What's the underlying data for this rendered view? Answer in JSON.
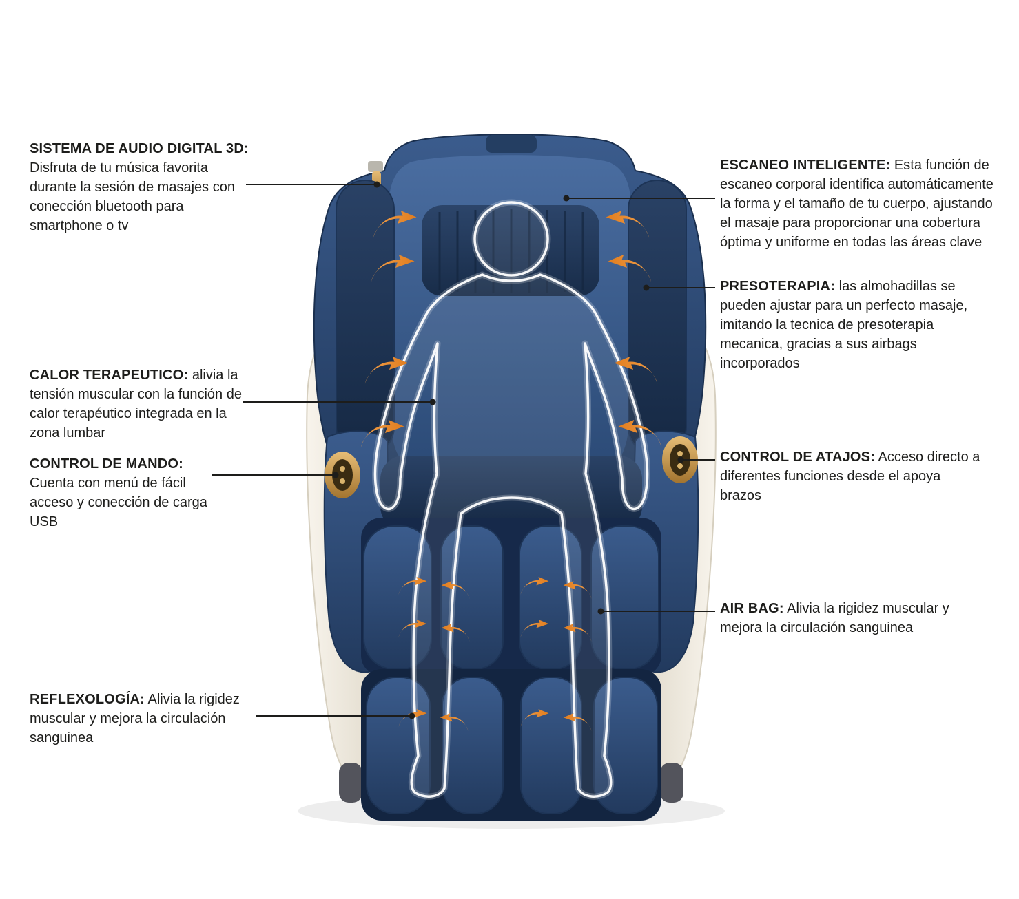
{
  "title": "Infografía sillón de masaje",
  "colors": {
    "background": "#ffffff",
    "chair_navy": "#2e4a73",
    "chair_navy_dark": "#1e3356",
    "chair_cream": "#efe9dd",
    "arrow_orange": "#ee8f35",
    "accent_gold": "#c9913f",
    "callout_line": "#1d1d1b",
    "text": "#1d1d1b"
  },
  "icons": {
    "massage_arrow": "curved orange airflow arrow",
    "anchor_dot": "black callout anchor dot"
  },
  "callouts": {
    "audio": {
      "title": "SISTEMA DE AUDIO DIGITAL 3D:",
      "body": "Disfruta de tu música favorita durante la sesión de masajes con conección bluetooth para smartphone o tv"
    },
    "calor": {
      "title": "CALOR TERAPEUTICO:",
      "body": "alivia la tensión muscular con la función de calor terapéutico integrada en la zona lumbar"
    },
    "mando": {
      "title": "CONTROL DE MANDO:",
      "body": "Cuenta con menú de fácil acceso y conección de carga USB"
    },
    "reflexologia": {
      "title": "REFLEXOLOGÍA:",
      "body": "Alivia la rigidez muscular y mejora la circulación sanguinea"
    },
    "escaneo": {
      "title": "ESCANEO INTELIGENTE:",
      "body": "Esta función de escaneo corporal identifica automáticamente la forma y el tamaño de tu cuerpo, ajustando el masaje para proporcionar una cobertura óptima y uniforme en todas las áreas clave"
    },
    "presoterapia": {
      "title": "PRESOTERAPIA:",
      "body": "las almohadillas se pueden ajustar para un perfecto masaje, imitando la tecnica de presoterapia mecanica, gracias a sus airbags incorporados"
    },
    "atajos": {
      "title": "CONTROL DE ATAJOS:",
      "body": "Acceso directo a diferentes funciones desde el apoya brazos"
    },
    "airbag": {
      "title": "AIR BAG:",
      "body": "Alivia la rigidez muscular y mejora la circulación sanguinea"
    }
  }
}
